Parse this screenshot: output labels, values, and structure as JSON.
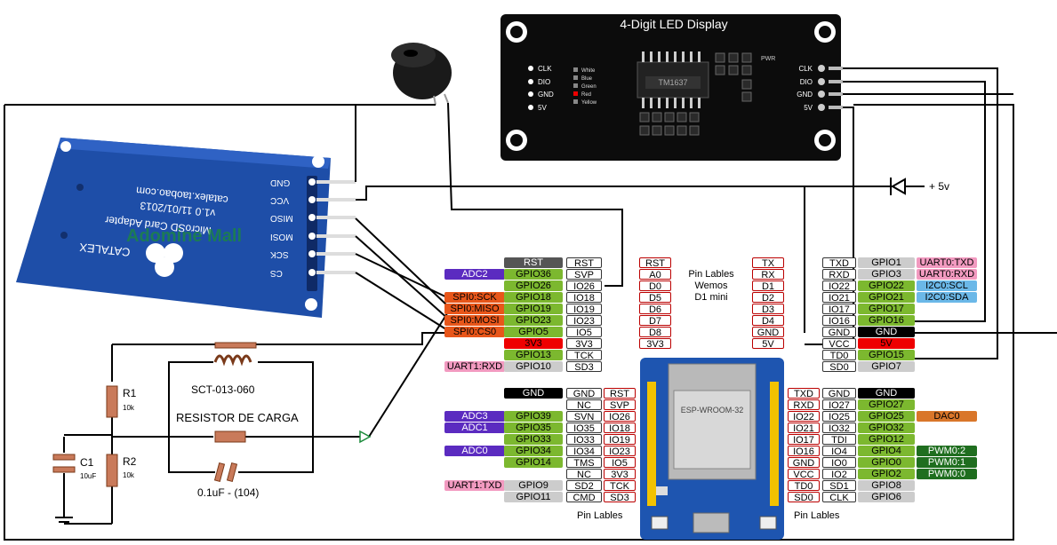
{
  "led_module": {
    "title": "4-Digit LED Display",
    "chip": "TM1637",
    "left_pins": [
      "CLK",
      "DIO",
      "GND",
      "5V"
    ],
    "right_pins": [
      "CLK",
      "DIO",
      "GND",
      "5V"
    ],
    "colors": [
      "White",
      "Blue",
      "Green",
      "Red",
      "Yellow"
    ],
    "pwr": "PWR"
  },
  "sd_module": {
    "title": "MicroSD Card Adapter",
    "date": "v1.0 11/01/2013",
    "brand_url": "catalex.taobao.com",
    "brand": "CATALEX",
    "pins": [
      "GND",
      "VCC",
      "MISO",
      "MOSI",
      "SCK",
      "CS"
    ],
    "watermark": "Adomine Mall"
  },
  "circuit": {
    "r1": "R1",
    "r1_val": "10k",
    "r2": "R2",
    "r2_val": "10k",
    "c1": "C1",
    "c1_val": "10uF",
    "sct": "SCT-013-060",
    "load": "RESISTOR DE CARGA",
    "cap": "0.1uF - (104)"
  },
  "diode_label": "+ 5v",
  "d1_mini": {
    "center_title": [
      "Pin Lables",
      "Wemos",
      "D1 mini"
    ],
    "left_outer": [
      {
        "tag": "",
        "gpio": "RST",
        "pin": "RST",
        "d1": "RST"
      },
      {
        "tag": "ADC2",
        "gpio": "GPIO36",
        "pin": "SVP",
        "d1": "A0"
      },
      {
        "tag": "",
        "gpio": "GPIO26",
        "pin": "IO26",
        "d1": "D0"
      },
      {
        "tag": "SPI0:SCK",
        "gpio": "GPIO18",
        "pin": "IO18",
        "d1": "D5"
      },
      {
        "tag": "SPI0:MISO",
        "gpio": "GPIO19",
        "pin": "IO19",
        "d1": "D6"
      },
      {
        "tag": "SPI0:MOSI",
        "gpio": "GPIO23",
        "pin": "IO23",
        "d1": "D7"
      },
      {
        "tag": "SPI0:CS0",
        "gpio": "GPIO5",
        "pin": "IO5",
        "d1": "D8"
      },
      {
        "tag": "",
        "gpio": "3V3",
        "pin": "3V3",
        "d1": "3V3"
      },
      {
        "tag": "",
        "gpio": "GPIO13",
        "pin": "TCK",
        "d1": ""
      },
      {
        "tag": "UART1:RXD",
        "gpio": "GPIO10",
        "pin": "SD3",
        "d1": ""
      }
    ],
    "center_right": [
      "TX",
      "RX",
      "D1",
      "D2",
      "D3",
      "D4",
      "GND",
      "5V"
    ],
    "right_outer": [
      {
        "pin": "TXD",
        "gpio": "GPIO1",
        "tag": "UART0:TXD"
      },
      {
        "pin": "RXD",
        "gpio": "GPIO3",
        "tag": "UART0:RXD"
      },
      {
        "pin": "IO22",
        "gpio": "GPIO22",
        "tag": "I2C0:SCL"
      },
      {
        "pin": "IO21",
        "gpio": "GPIO21",
        "tag": "I2C0:SDA"
      },
      {
        "pin": "IO17",
        "gpio": "GPIO17",
        "tag": ""
      },
      {
        "pin": "IO16",
        "gpio": "GPIO16",
        "tag": ""
      },
      {
        "pin": "GND",
        "gpio": "GND",
        "tag": ""
      },
      {
        "pin": "VCC",
        "gpio": "5V",
        "tag": ""
      },
      {
        "pin": "TD0",
        "gpio": "GPIO15",
        "tag": ""
      },
      {
        "pin": "SD0",
        "gpio": "GPIO7",
        "tag": ""
      }
    ],
    "left_inner": [
      {
        "tag": "",
        "gpio": "GND",
        "pin": "GND",
        "in": "RST"
      },
      {
        "tag": "",
        "gpio": "",
        "pin": "NC",
        "in": "SVP"
      },
      {
        "tag": "ADC3",
        "gpio": "GPIO39",
        "pin": "SVN",
        "in": "IO26"
      },
      {
        "tag": "ADC1",
        "gpio": "GPIO35",
        "pin": "IO35",
        "in": "IO18"
      },
      {
        "tag": "",
        "gpio": "GPIO33",
        "pin": "IO33",
        "in": "IO19"
      },
      {
        "tag": "ADC0",
        "gpio": "GPIO34",
        "pin": "IO34",
        "in": "IO23"
      },
      {
        "tag": "",
        "gpio": "GPIO14",
        "pin": "TMS",
        "in": "IO5"
      },
      {
        "tag": "",
        "gpio": "",
        "pin": "NC",
        "in": "3V3"
      },
      {
        "tag": "UART1:TXD",
        "gpio": "GPIO9",
        "pin": "SD2",
        "in": "TCK"
      },
      {
        "tag": "",
        "gpio": "GPIO11",
        "pin": "CMD",
        "in": "SD3"
      }
    ],
    "right_inner": [
      {
        "in": "TXD",
        "pin": "GND",
        "gpio": "GND",
        "tag": ""
      },
      {
        "in": "RXD",
        "pin": "IO27",
        "gpio": "GPIO27",
        "tag": ""
      },
      {
        "in": "IO22",
        "pin": "IO25",
        "gpio": "GPIO25",
        "tag": "DAC0"
      },
      {
        "in": "IO21",
        "pin": "IO32",
        "gpio": "GPIO32",
        "tag": ""
      },
      {
        "in": "IO17",
        "pin": "TDI",
        "gpio": "GPIO12",
        "tag": ""
      },
      {
        "in": "IO16",
        "pin": "IO4",
        "gpio": "GPIO4",
        "tag": "PWM0:2"
      },
      {
        "in": "GND",
        "pin": "IO0",
        "gpio": "GPIO0",
        "tag": "PWM0:1"
      },
      {
        "in": "VCC",
        "pin": "IO2",
        "gpio": "GPIO2",
        "tag": "PWM0:0"
      },
      {
        "in": "TD0",
        "pin": "SD1",
        "gpio": "GPIO8",
        "tag": ""
      },
      {
        "in": "SD0",
        "pin": "CLK",
        "gpio": "GPIO6",
        "tag": ""
      }
    ],
    "bottom_left": "Pin Lables",
    "bottom_right": "Pin Lables",
    "module_label": "ESP-WROOM-32"
  }
}
